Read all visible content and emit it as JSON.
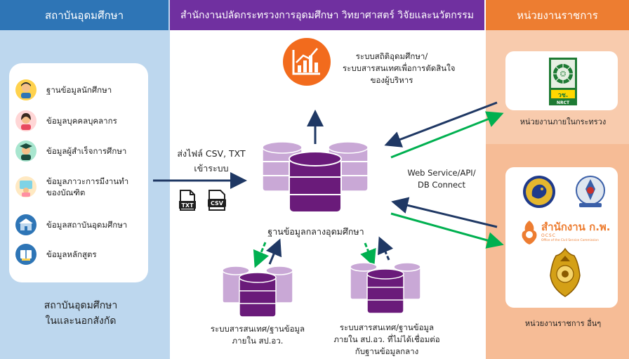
{
  "headers": {
    "left": "สถาบันอุดมศึกษา",
    "middle": "สำนักงานปลัดกระทรวงการอุดมศึกษา วิทยาศาสตร์ วิจัยและนวัตกรรม",
    "right": "หน่วยงานราชการ"
  },
  "left_items": [
    "ฐานข้อมูลนักศึกษา",
    "ข้อมูลบุคคลบุคลากร",
    "ข้อมูลผู้สำเร็จการศึกษา",
    "ข้อมูลภาวะการมีงานทำ",
    "ของบัณฑิต",
    "ข้อมูลสถาบันอุดมศึกษา",
    "ข้อมูลหลักสูตร"
  ],
  "left_caption": {
    "line1": "สถาบันอุดมศึกษา",
    "line2": "ในและนอกสังกัด"
  },
  "stats_system": {
    "line1": "ระบบสถิติอุดมศึกษา/",
    "line2": "ระบบสารสนเทศเพื่อการตัดสินใจ",
    "line3": "ของผู้บริหาร"
  },
  "upload": {
    "line1": "ส่งไฟล์ CSV, TXT",
    "line2": "เข้าระบบ",
    "txt_label": "TXT",
    "csv_label": "CSV"
  },
  "central_db": "ฐานข้อมูลกลางอุดมศึกษา",
  "web_service": {
    "line1": "Web Service/API/",
    "line2": "DB Connect"
  },
  "sub_db_1": {
    "line1": "ระบบสารสนเทศ/ฐานข้อมูล",
    "line2": "ภายใน สป.อว."
  },
  "sub_db_2": {
    "line1": "ระบบสารสนเทศ/ฐานข้อมูล",
    "line2": "ภายใน สป.อว. ที่ไม่ได้เชื่อมต่อ",
    "line3": "กับฐานข้อมูลกลาง"
  },
  "right_top": {
    "logo_text": "วช.",
    "logo_sub": "NRCT",
    "caption": "หน่วยงานภายในกระทรวง"
  },
  "right_bottom": {
    "ocsc_name": "สำนักงาน ก.พ.",
    "ocsc_sub": "Office of the Civil Service Commission",
    "ocsc_abbr": "OCSC",
    "caption": "หน่วยงานราชการ อื่นๆ"
  },
  "colors": {
    "blue_header": "#2e75b6",
    "purple_header": "#7030a0",
    "orange_header": "#ed7d31",
    "arrow_navy": "#1f3864",
    "arrow_green": "#00b050",
    "db_light": "#c9a8d6",
    "db_dark": "#6a1b7a"
  }
}
